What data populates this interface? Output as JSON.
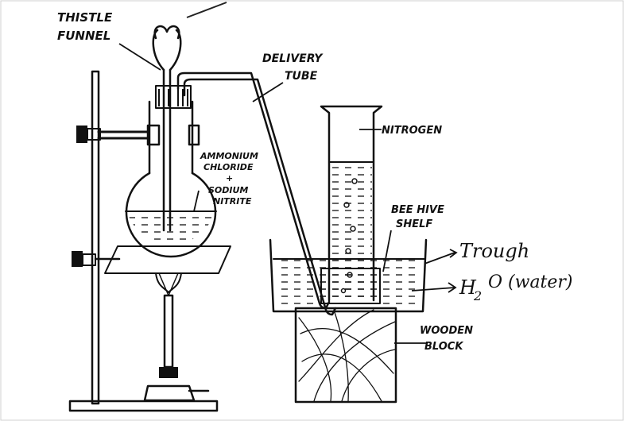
{
  "labels": {
    "thistle_funnel_line1": "THISTLE",
    "thistle_funnel_line2": "FUNNEL",
    "delivery_tube_line1": "DELIVERY",
    "delivery_tube_line2": "TUBE",
    "nitrogen": "NITROGEN",
    "reagent_line1": "AMMONIUM",
    "reagent_line2": "CHLORIDE",
    "reagent_line3": "+",
    "reagent_line4": "SODIUM",
    "reagent_line5": "NITRITE",
    "shelf_line1": "BEE HIVE",
    "shelf_line2": "SHELF",
    "trough": "Trough",
    "water": "H",
    "water_sub": "2",
    "water_rest": "O (water)",
    "block_line1": "WOODEN",
    "block_line2": "BLOCK"
  }
}
